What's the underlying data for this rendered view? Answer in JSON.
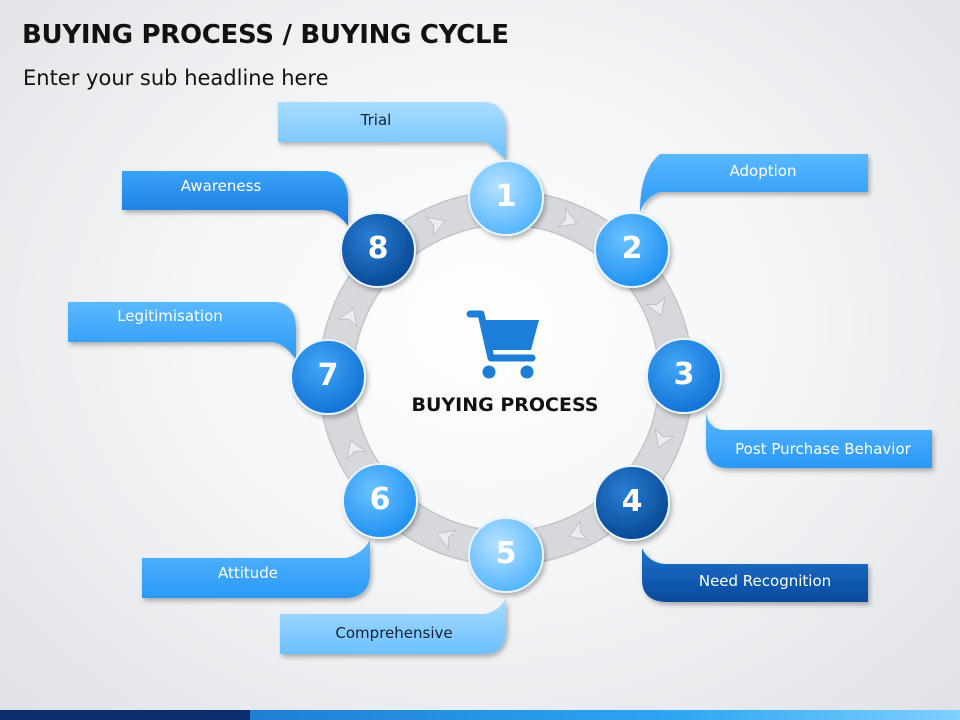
{
  "header": {
    "title": "BUYING PROCESS / BUYING CYCLE",
    "subtitle": "Enter your sub headline here"
  },
  "center": {
    "label": "BUYING PROCESS",
    "icon": "shopping-cart-icon"
  },
  "steps": [
    {
      "number": "1",
      "label": "Trial"
    },
    {
      "number": "2",
      "label": "Adoption"
    },
    {
      "number": "3",
      "label": "Post Purchase Behavior"
    },
    {
      "number": "4",
      "label": "Need Recognition"
    },
    {
      "number": "5",
      "label": "Comprehensive"
    },
    {
      "number": "6",
      "label": "Attitude"
    },
    {
      "number": "7",
      "label": "Legitimisation"
    },
    {
      "number": "8",
      "label": "Awareness"
    }
  ],
  "colors": {
    "light_blue": "#86ccff",
    "mid_blue": "#3aa7ff",
    "blue": "#1f8ef0",
    "dark_blue": "#0a5db8",
    "ring_gray": "#d3d5d9"
  }
}
